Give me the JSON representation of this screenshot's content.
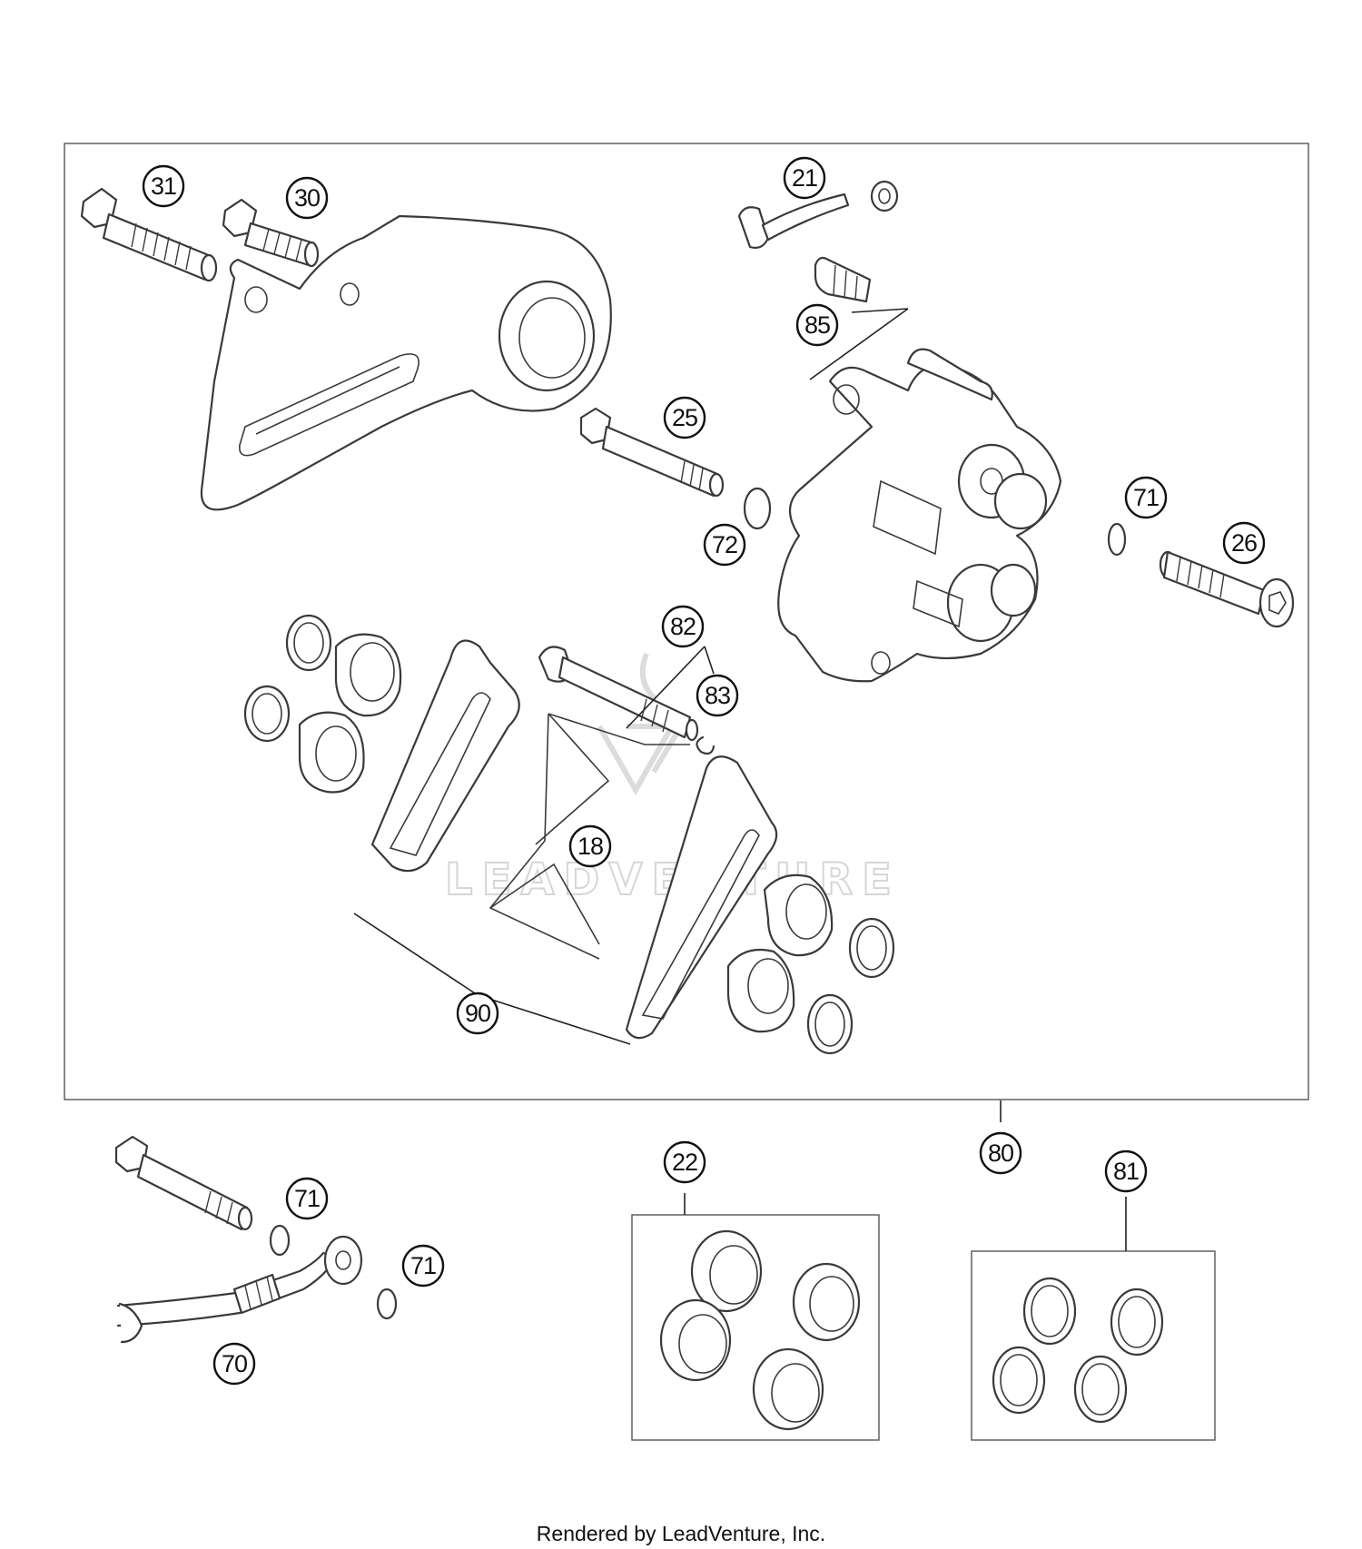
{
  "diagram": {
    "callouts": [
      "31",
      "30",
      "21",
      "85",
      "25",
      "72",
      "71",
      "26",
      "82",
      "83",
      "18",
      "90",
      "80",
      "22",
      "81",
      "71",
      "71",
      "70"
    ],
    "watermark": "LEADVENTURE"
  },
  "footer": {
    "credit": "Rendered by LeadVenture, Inc."
  }
}
